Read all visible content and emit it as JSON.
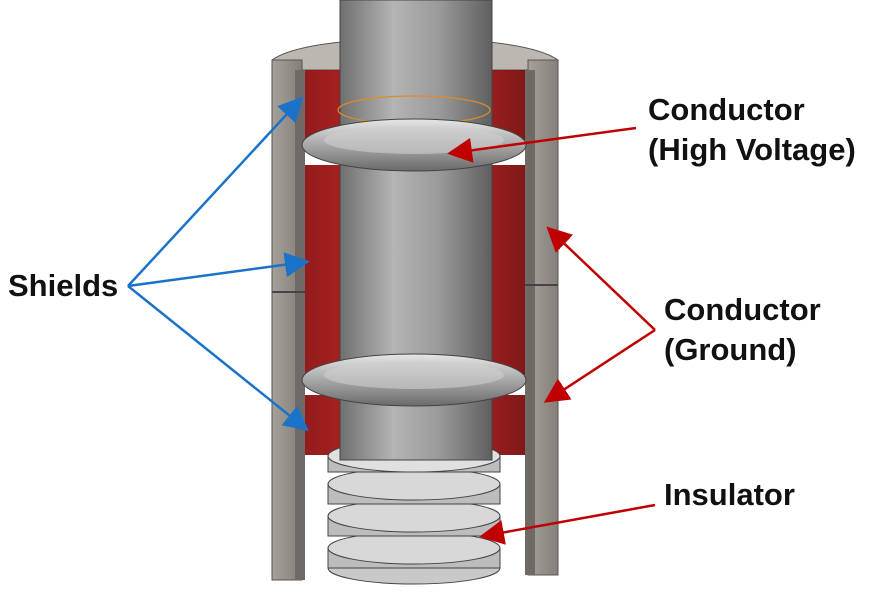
{
  "labels": {
    "shields": "Shields",
    "conductor_hv_line1": "Conductor",
    "conductor_hv_line2": "(High Voltage)",
    "conductor_ground_line1": "Conductor",
    "conductor_ground_line2": "(Ground)",
    "insulator": "Insulator"
  },
  "colors": {
    "shield_arrow": "#1a73c8",
    "conductor_arrow": "#c00000",
    "shield_red": "#c81e1e",
    "metal_gray": "#8c8c8c",
    "outer_gray": "#9a948e"
  }
}
